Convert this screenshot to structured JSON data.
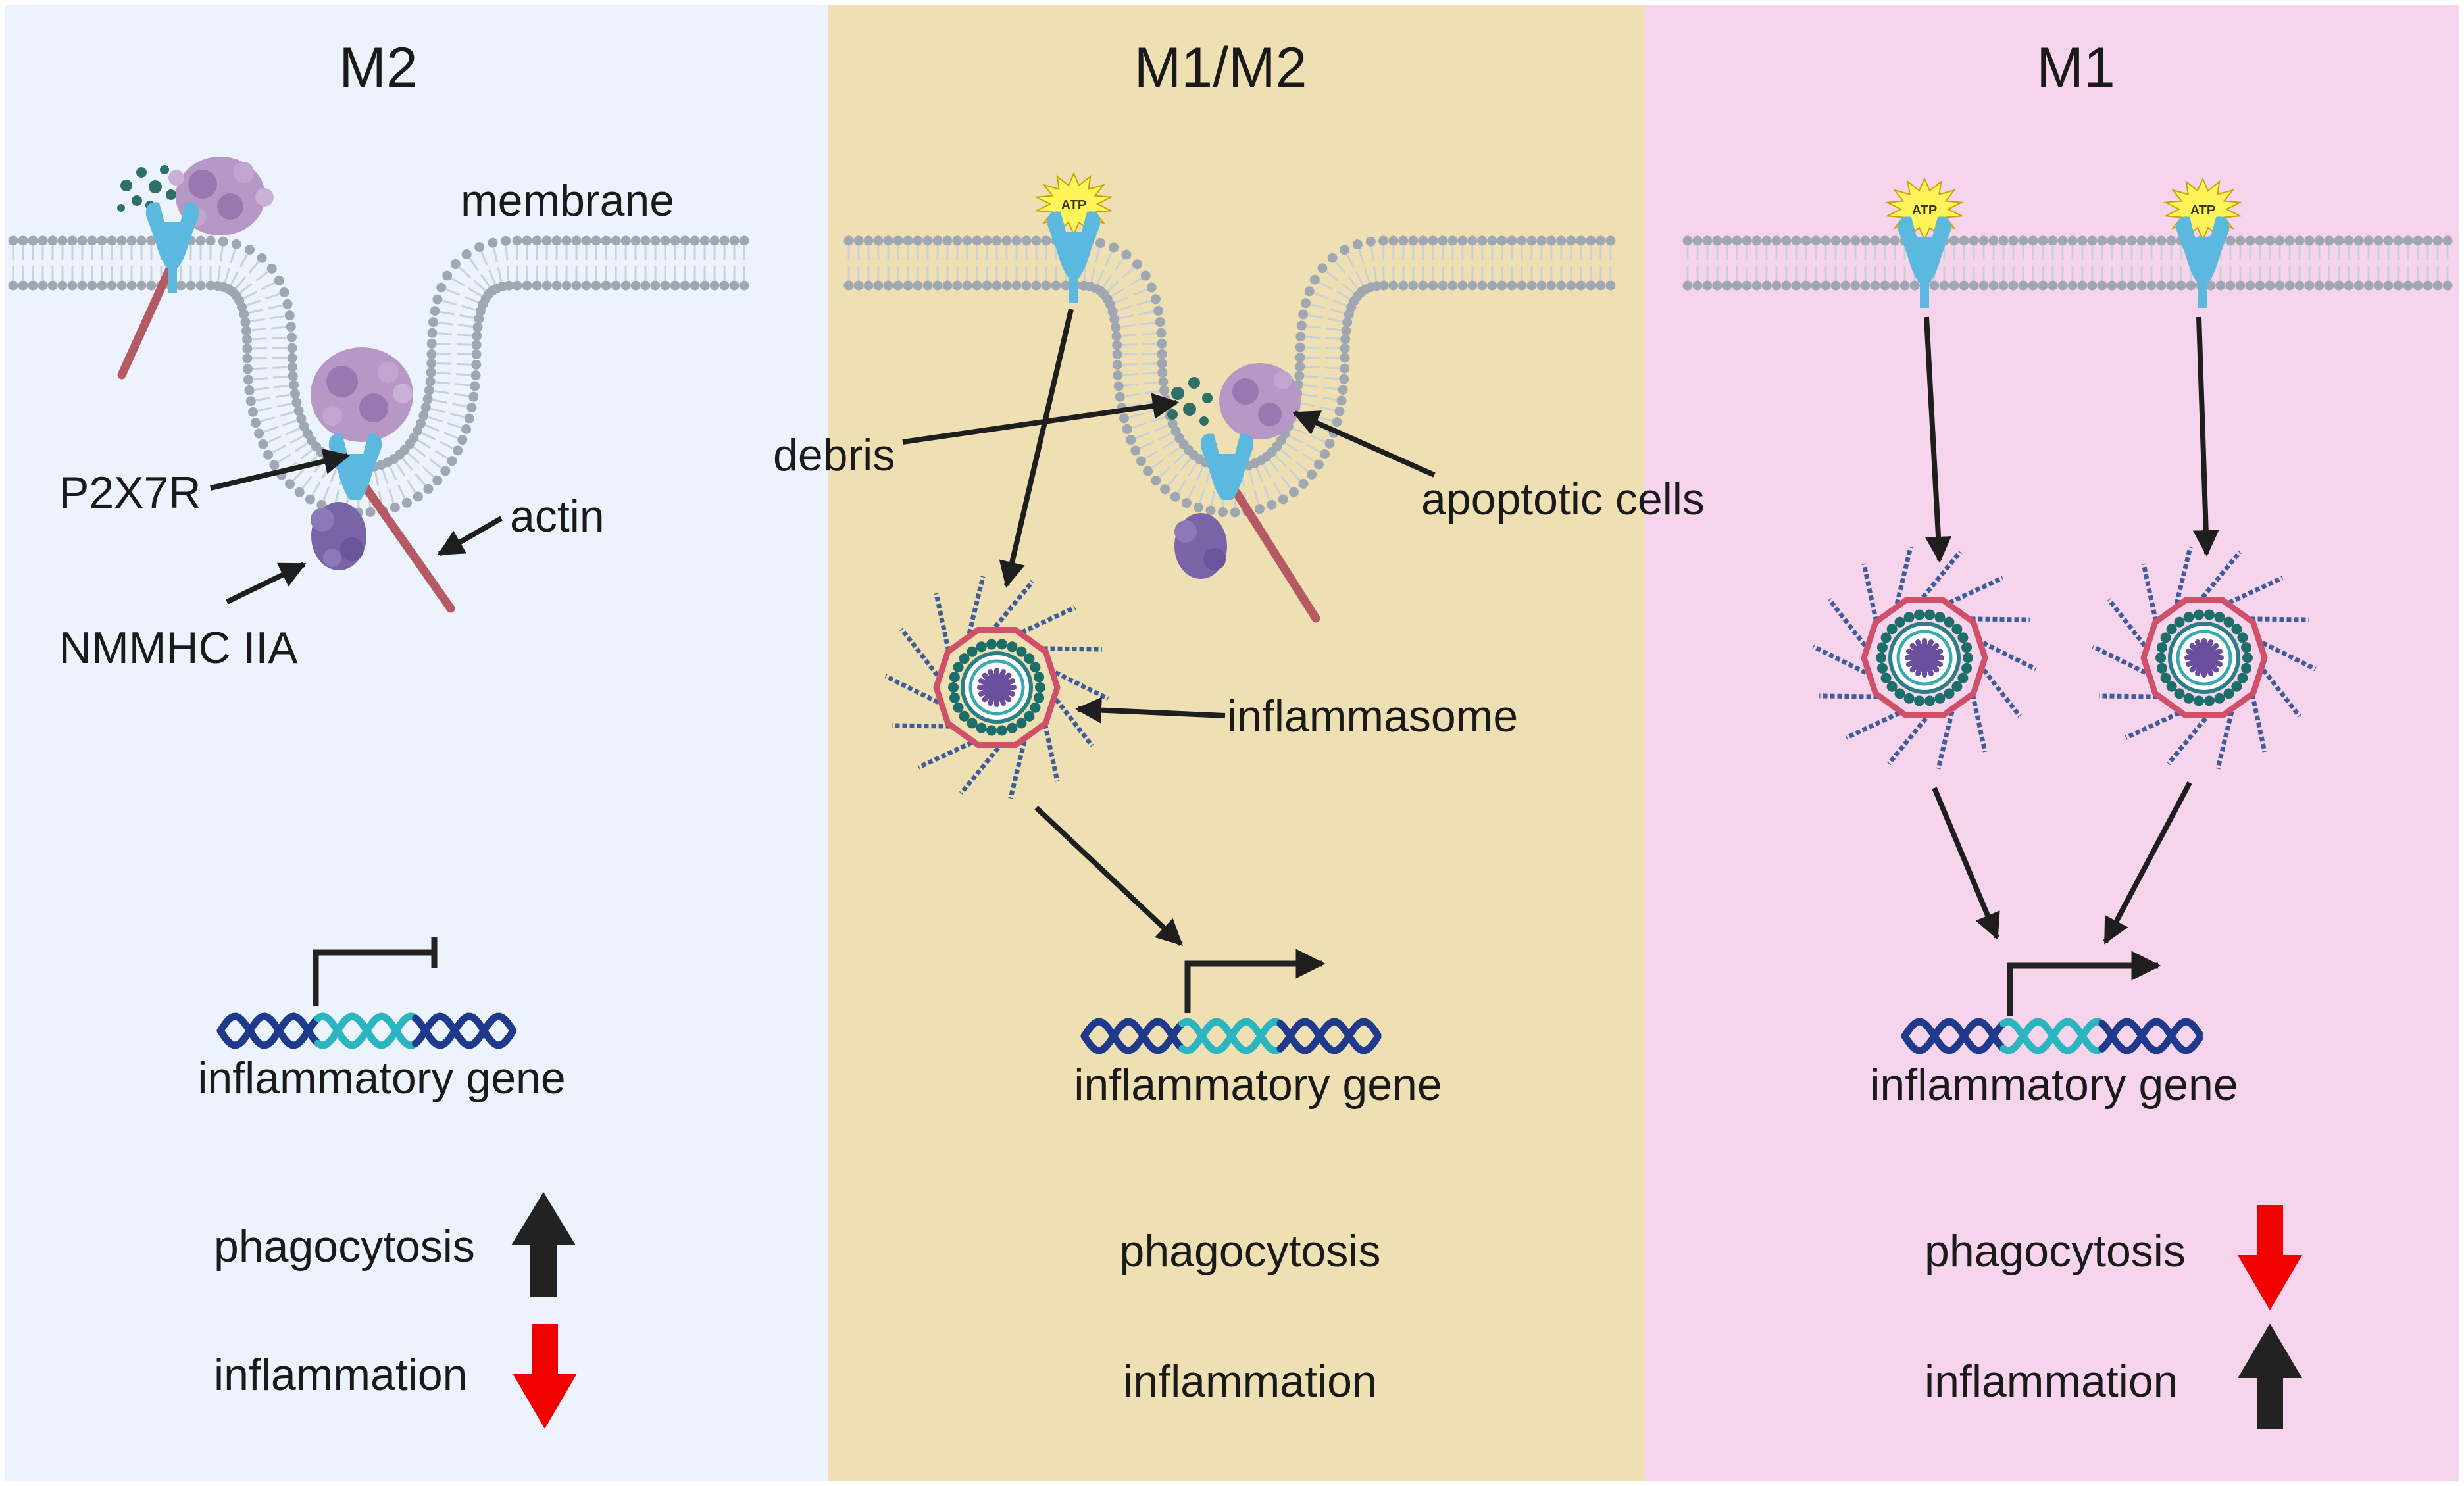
{
  "colors": {
    "panel_m2": "#edf3fc",
    "panel_m1m2": "#efe0b4",
    "panel_m1": "#f6d5ec",
    "lipid_head": "#9fa8b2",
    "lipid_tail": "#c9d0d6",
    "receptor": "#5bb8de",
    "actin": "#b85c64",
    "apoptotic": "#a98ab8",
    "nmmhc": "#7a64a8",
    "dna_dark": "#1f3a8c",
    "dna_teal": "#2bb5c0",
    "atp": "#fff45a",
    "arrow_up_dark": "#222222",
    "arrow_down_red": "#f20000"
  },
  "panels": [
    {
      "title": "M2",
      "membrane_label": "membrane",
      "receptor_label": "P2X7R",
      "actin_label": "actin",
      "myosin_label": "NMMHC IIA",
      "gene_label": "inflammatory gene",
      "phagocytosis_label": "phagocytosis",
      "inflammation_label": "inflammation",
      "phagocytosis_trend": "up",
      "inflammation_trend": "down"
    },
    {
      "title": "M1/M2",
      "atp_label": "ATP",
      "debris_label": "debris",
      "apoptotic_label": "apoptotic cells",
      "inflammasome_label": "inflammasome",
      "gene_label": "inflammatory gene",
      "phagocytosis_label": "phagocytosis",
      "inflammation_label": "inflammation"
    },
    {
      "title": "M1",
      "atp_label": "ATP",
      "gene_label": "inflammatory gene",
      "phagocytosis_label": "phagocytosis",
      "inflammation_label": "inflammation",
      "phagocytosis_trend": "down",
      "inflammation_trend": "up"
    }
  ]
}
